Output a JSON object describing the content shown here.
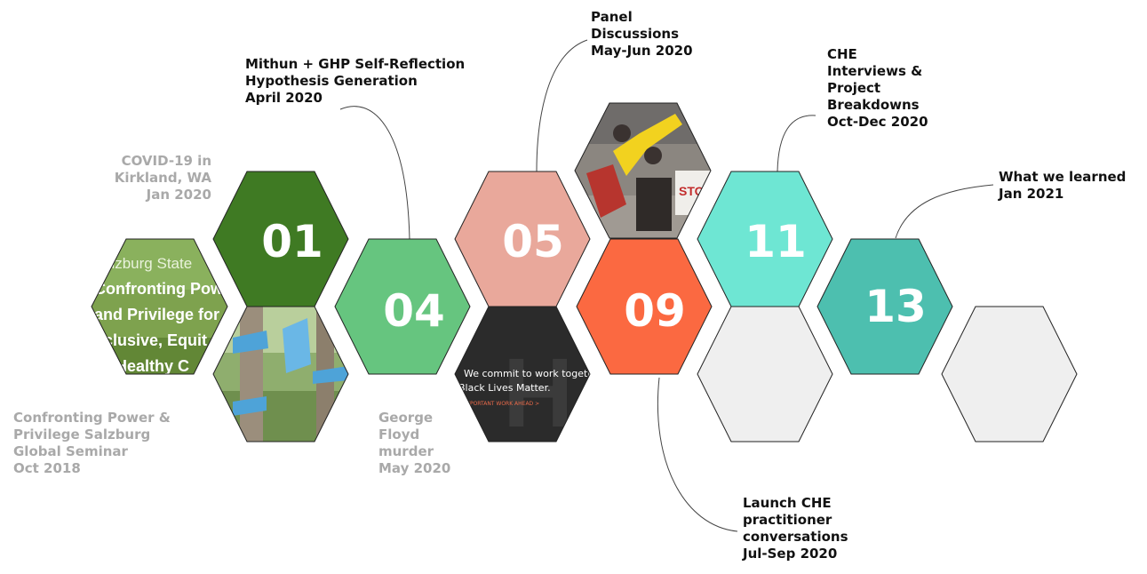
{
  "colors": {
    "hex_01": "#3f7a23",
    "hex_04": "#66c57f",
    "hex_05": "#e9a89b",
    "hex_09": "#fb6941",
    "hex_11": "#6ee6d3",
    "hex_13": "#4dbfaf",
    "hex_empty": "#efefef",
    "hex_stroke": "#222222",
    "label_dark": "#111111",
    "label_grey": "#a9a9a9",
    "connector": "#444444"
  },
  "hexes": [
    {
      "number": "01"
    },
    {
      "number": "04"
    },
    {
      "number": "05"
    },
    {
      "number": "09"
    },
    {
      "number": "11"
    },
    {
      "number": "13"
    }
  ],
  "images": {
    "salzburg": {
      "lines": [
        "alzburg State",
        "Confronting Pow",
        "and Privilege for",
        "nclusive, Equit",
        "d Healthy C"
      ]
    },
    "blm": {
      "line1": "We commit to work together t",
      "line2": "Black Lives Matter.",
      "line3": "IMPORTANT WORK AHEAD >",
      "watermark": "HA"
    },
    "protest": {
      "sign": "STO"
    }
  },
  "labels": {
    "covid": [
      "COVID-19 in",
      "Kirkland, WA",
      "Jan 2020"
    ],
    "mithun": [
      "Mithun + GHP Self-Reflection",
      "Hypothesis Generation",
      "April 2020"
    ],
    "panel": [
      "Panel",
      "Discussions",
      "May-Jun 2020"
    ],
    "che": [
      "CHE",
      "Interviews &",
      "Project",
      "Breakdowns",
      "Oct-Dec 2020"
    ],
    "learned": [
      "What we learned",
      "Jan 2021"
    ],
    "confronting": [
      "Confronting Power &",
      "Privilege Salzburg",
      "Global Seminar",
      "Oct 2018"
    ],
    "floyd": [
      "George",
      "Floyd",
      "murder",
      "May 2020"
    ],
    "launch": [
      "Launch CHE",
      "practitioner",
      "conversations",
      "Jul-Sep 2020"
    ]
  }
}
